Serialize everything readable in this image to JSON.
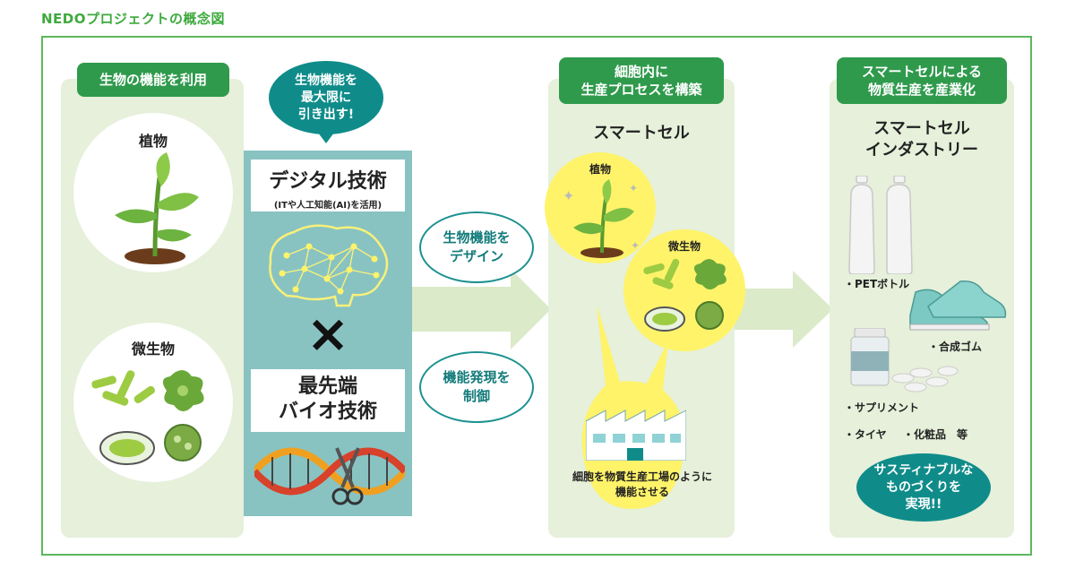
{
  "title": "NEDOプロジェクトの概念図",
  "section1": {
    "header": "生物の機能を利用",
    "plant_label": "植物",
    "microbe_label": "微生物"
  },
  "section2": {
    "bubble_lines": [
      "生物機能を",
      "最大限に",
      "引き出す!"
    ],
    "digital_title": "デジタル技術",
    "digital_sub": "(ITや人工知能(AI)を活用)",
    "cross": "×",
    "bio_line1": "最先端",
    "bio_line2": "バイオ技術"
  },
  "ovals": {
    "design": [
      "生物機能を",
      "デザイン"
    ],
    "control": [
      "機能発現を",
      "制御"
    ]
  },
  "section3": {
    "header_lines": [
      "細胞内に",
      "生産プロセスを構築"
    ],
    "title": "スマートセル",
    "plant_label": "植物",
    "microbe_label": "微生物",
    "factory_lines": [
      "細胞を物質生産工場のように",
      "機能させる"
    ]
  },
  "section4": {
    "header_lines": [
      "スマートセルによる",
      "物質生産を産業化"
    ],
    "title_lines": [
      "スマートセル",
      "インダストリー"
    ],
    "items": {
      "pet": "・PETボトル",
      "rubber": "・合成ゴム",
      "supplement": "・サプリメント",
      "tire": "・タイヤ",
      "cosmetics": "・化粧品　等"
    },
    "bubble_lines": [
      "サスティナブルな",
      "ものづくりを",
      "実現!!"
    ]
  },
  "colors": {
    "green_badge": "#2f9a4c",
    "panel_bg": "#e6f0da",
    "teal": "#0f8c8a",
    "teal_column": "#88c3c2",
    "yellow": "#fff36a",
    "frame": "#5cb85c"
  }
}
